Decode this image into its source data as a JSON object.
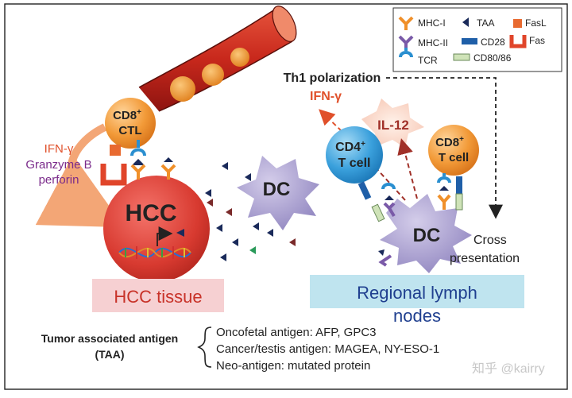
{
  "legend": {
    "mhc1": "MHC-I",
    "mhc2": "MHC-II",
    "tcr": "TCR",
    "taa": "TAA",
    "cd28": "CD28",
    "cd8086": "CD80/86",
    "fasl": "FasL",
    "fas": "Fas"
  },
  "labels": {
    "th1": "Th1 polarization",
    "ifn_right": "IFN-γ",
    "il12": "IL-12",
    "cd8_ctl_1": "CD8",
    "cd8_ctl_sup": "+",
    "cd8_ctl_2": "CTL",
    "cd4_1": "CD4",
    "cd4_sup": "+",
    "cd4_2": "T cell",
    "cd8t_1": "CD8",
    "cd8t_sup": "+",
    "cd8t_2": "T cell",
    "hcc": "HCC",
    "dc_left": "DC",
    "dc_right": "DC",
    "ifn_left": "IFN-γ",
    "granzyme": "Granzyme B",
    "perforin": "perforin",
    "cross1": "Cross",
    "cross2": "presentation",
    "hcc_tissue": "HCC tissue",
    "lymph1": "Regional lymph",
    "lymph2": "nodes"
  },
  "taa": {
    "title1": "Tumor associated antigen",
    "title2": "(TAA)",
    "items": [
      "Oncofetal antigen: AFP, GPC3",
      "Cancer/testis antigen: MAGEA, NY-ESO-1",
      "Neo-antigen: mutated protein"
    ]
  },
  "watermark": "知乎 @kairry",
  "colors": {
    "orange": "#f0902a",
    "purple": "#7a5aa8",
    "blue": "#2a8fd0",
    "red": "#c83228",
    "dark_red": "#9a2a2a",
    "hcc_label_bg": "#f6d0d2",
    "lymph_label_bg": "#bfe4ef",
    "navy": "#1f3f8f"
  }
}
